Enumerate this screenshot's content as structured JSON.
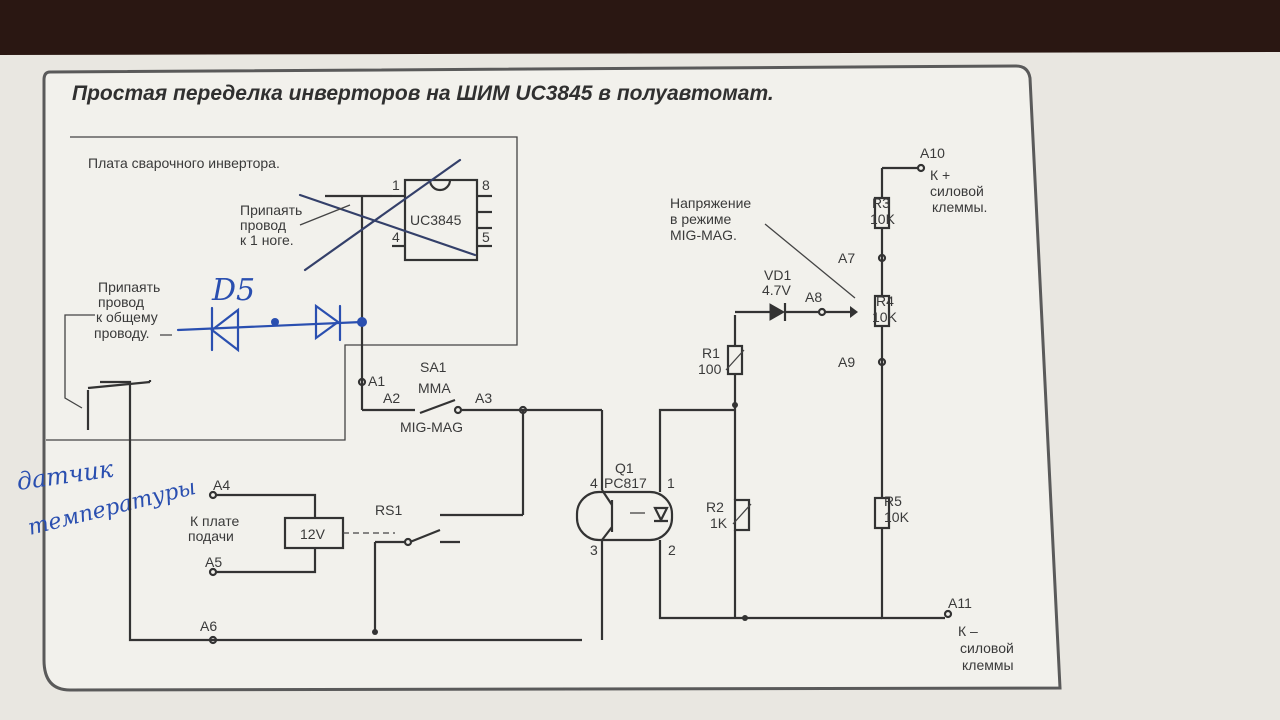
{
  "title": "Простая переделка инверторов на ШИМ UC3845 в полуавтомат.",
  "inverter_board": {
    "label": "Плата сварочного инвертора.",
    "ic": {
      "name": "UC3845",
      "pins": [
        "1",
        "8",
        "4",
        "5"
      ]
    },
    "solder_pin1_note": [
      "Припаять",
      "провод",
      "к 1 ноге."
    ],
    "solder_common_note": [
      "Припаять",
      "провод",
      "к общему",
      "проводу."
    ]
  },
  "handwritten": {
    "diode": "D5",
    "sensor": [
      "датчик",
      "температуры"
    ]
  },
  "switch": {
    "ref": "SA1",
    "mode1": "MMA",
    "mode2": "MIG-MAG"
  },
  "points": {
    "a1": "A1",
    "a2": "A2",
    "a3": "A3",
    "a4": "A4",
    "a5": "A5",
    "a6": "A6",
    "a7": "A7",
    "a8": "A8",
    "a9": "A9",
    "a10": "A10",
    "a11": "A11"
  },
  "feeder": {
    "label": [
      "К плате",
      "подачи"
    ],
    "relay_coil": "12V",
    "relay_ref": "RS1"
  },
  "optocoupler": {
    "ref": "Q1",
    "part": "PC817",
    "pins": [
      "4",
      "3",
      "1",
      "2"
    ]
  },
  "components": {
    "vd1": {
      "ref": "VD1",
      "value": "4.7V"
    },
    "r1": {
      "ref": "R1",
      "value": "100"
    },
    "r2": {
      "ref": "R2",
      "value": "1K"
    },
    "r3": {
      "ref": "R3",
      "value": "10K"
    },
    "r4": {
      "ref": "R4",
      "value": "10K"
    },
    "r5": {
      "ref": "R5",
      "value": "10K"
    }
  },
  "voltage_note": [
    "Напряжение",
    "в режиме",
    "MIG-MAG."
  ],
  "terminals": {
    "plus": [
      "К +",
      "силовой",
      "клеммы."
    ],
    "minus": [
      "К –",
      "силовой",
      "клеммы"
    ]
  },
  "colors": {
    "ink": "#333333",
    "pen": "#2a4fb0",
    "paper": "#eceae4",
    "frame": "#555555"
  }
}
